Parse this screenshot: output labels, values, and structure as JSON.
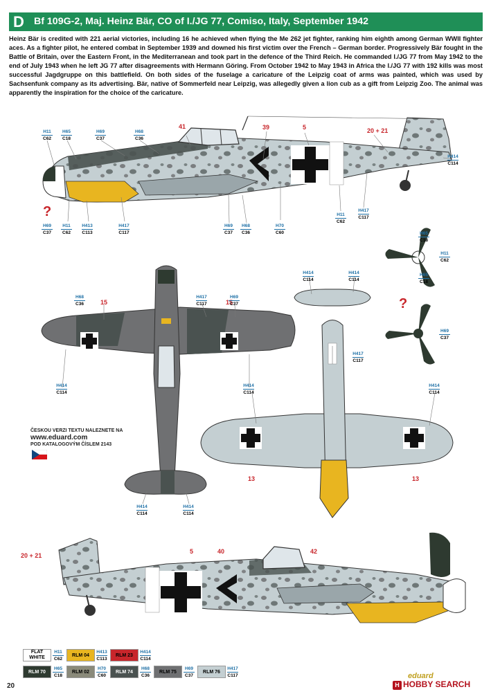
{
  "header": {
    "letter": "D",
    "title": "Bf 109G-2, Maj. Heinz Bär, CO of I./JG 77, Comiso, Italy, September 1942",
    "color": "#1f8f57"
  },
  "story": "Heinz Bär is credited with 221 aerial victories, including 16 he achieved when flying the Me 262 jet fighter, ranking him eighth among German WWII fighter aces. As a fighter pilot, he entered combat in September 1939 and downed his first victim over the French – German border. Progressively Bär fought in the Battle of Britain, over the Eastern Front, in the Mediterranean and took part in the defence of the Third Reich. He commanded I./JG 77 from May 1942 to the end of July 1943 when he left JG 77 after disagreements with Hermann Göring. From October 1942 to May 1943 in Africa the I./JG 77 with 192 kills was most successful Jagdgruppe on this battlefield. On both sides of the fuselage a caricature of the Leipzig coat of arms was painted, which was used by Sachsenfunk company as its advertising. Bär, native of Sommerfeld near Leipzig, was allegedly given a lion cub as a gift from Leipzig Zoo. The animal was apparently the inspiration for the choice of the caricature.",
  "czech_note": {
    "line1": "ČESKOU VERZI TEXTU NALEZNETE NA",
    "url": "www.eduard.com",
    "line2": "POD KATALOGOVÝM ČÍSLEM 2143"
  },
  "page_number": "20",
  "watermark": {
    "brand": "HOBBY SEARCH",
    "icon": "hobbysearch-logo",
    "maker": "eduard"
  },
  "markers": {
    "m41": "41",
    "m39": "39",
    "m5a": "5",
    "m2021a": "20 + 21",
    "m15a": "15",
    "m15b": "15",
    "m13a": "13",
    "m13b": "13",
    "m2021b": "20 + 21",
    "m5b": "5",
    "m40": "40",
    "m42": "42",
    "q1": "?",
    "q2": "?"
  },
  "callouts": [
    {
      "id": "c1",
      "top": "H11",
      "bottom": "C62"
    },
    {
      "id": "c2",
      "top": "H65",
      "bottom": "C18"
    },
    {
      "id": "c3",
      "top": "H69",
      "bottom": "C37"
    },
    {
      "id": "c4",
      "top": "H68",
      "bottom": "C36"
    },
    {
      "id": "c5",
      "top": "H414",
      "bottom": "C114"
    },
    {
      "id": "c6",
      "top": "H69",
      "bottom": "C37"
    },
    {
      "id": "c7",
      "top": "H11",
      "bottom": "C62"
    },
    {
      "id": "c8",
      "top": "H413",
      "bottom": "C113"
    },
    {
      "id": "c9",
      "top": "H417",
      "bottom": "C117"
    },
    {
      "id": "c10",
      "top": "H69",
      "bottom": "C37"
    },
    {
      "id": "c11",
      "top": "H68",
      "bottom": "C36"
    },
    {
      "id": "c12",
      "top": "H70",
      "bottom": "C60"
    },
    {
      "id": "c13",
      "top": "H11",
      "bottom": "C62"
    },
    {
      "id": "c14",
      "top": "H417",
      "bottom": "C117"
    },
    {
      "id": "c15",
      "top": "H65",
      "bottom": "C18"
    },
    {
      "id": "c16",
      "top": "H11",
      "bottom": "C62"
    },
    {
      "id": "c17",
      "top": "H65",
      "bottom": "C18"
    },
    {
      "id": "c18",
      "top": "H68",
      "bottom": "C36"
    },
    {
      "id": "c19",
      "top": "H417",
      "bottom": "C117"
    },
    {
      "id": "c20",
      "top": "H69",
      "bottom": "C37"
    },
    {
      "id": "c21",
      "top": "H414",
      "bottom": "C114"
    },
    {
      "id": "c22",
      "top": "H414",
      "bottom": "C114"
    },
    {
      "id": "c23",
      "top": "H417",
      "bottom": "C117"
    },
    {
      "id": "c24",
      "top": "H69",
      "bottom": "C37"
    },
    {
      "id": "c25",
      "top": "H414",
      "bottom": "C114"
    },
    {
      "id": "c26",
      "top": "H414",
      "bottom": "C114"
    },
    {
      "id": "c27",
      "top": "H414",
      "bottom": "C114"
    },
    {
      "id": "c28",
      "top": "H414",
      "bottom": "C114"
    },
    {
      "id": "c29",
      "top": "H414",
      "bottom": "C114"
    }
  ],
  "legend": [
    {
      "name": "FLAT WHITE",
      "bg": "#ffffff",
      "fg": "#000000",
      "h": "H11",
      "c": "C62"
    },
    {
      "name": "RLM 04",
      "bg": "#e8b520",
      "fg": "#000000",
      "h": "H413",
      "c": "C113"
    },
    {
      "name": "RLM 23",
      "bg": "#c8262b",
      "fg": "#000000",
      "h": "H414",
      "c": "C114"
    },
    {
      "name": "RLM 70",
      "bg": "#2e3a30",
      "fg": "#ffffff",
      "h": "H65",
      "c": "C18"
    },
    {
      "name": "RLM 02",
      "bg": "#8a8a7a",
      "fg": "#000000",
      "h": "H70",
      "c": "C60"
    },
    {
      "name": "RLM 74",
      "bg": "#4a5250",
      "fg": "#ffffff",
      "h": "H68",
      "c": "C36"
    },
    {
      "name": "RLM 75",
      "bg": "#6f7072",
      "fg": "#000000",
      "h": "H69",
      "c": "C37"
    },
    {
      "name": "RLM 76",
      "bg": "#c4cfd2",
      "fg": "#000000",
      "h": "H417",
      "c": "C117"
    }
  ],
  "colors": {
    "callout": "#1d6fa5",
    "marker": "#c8262b",
    "rlm74": "#4a5250",
    "rlm75": "#6f7072",
    "rlm76": "#c4cfd2",
    "rlm04": "#e8b520"
  }
}
